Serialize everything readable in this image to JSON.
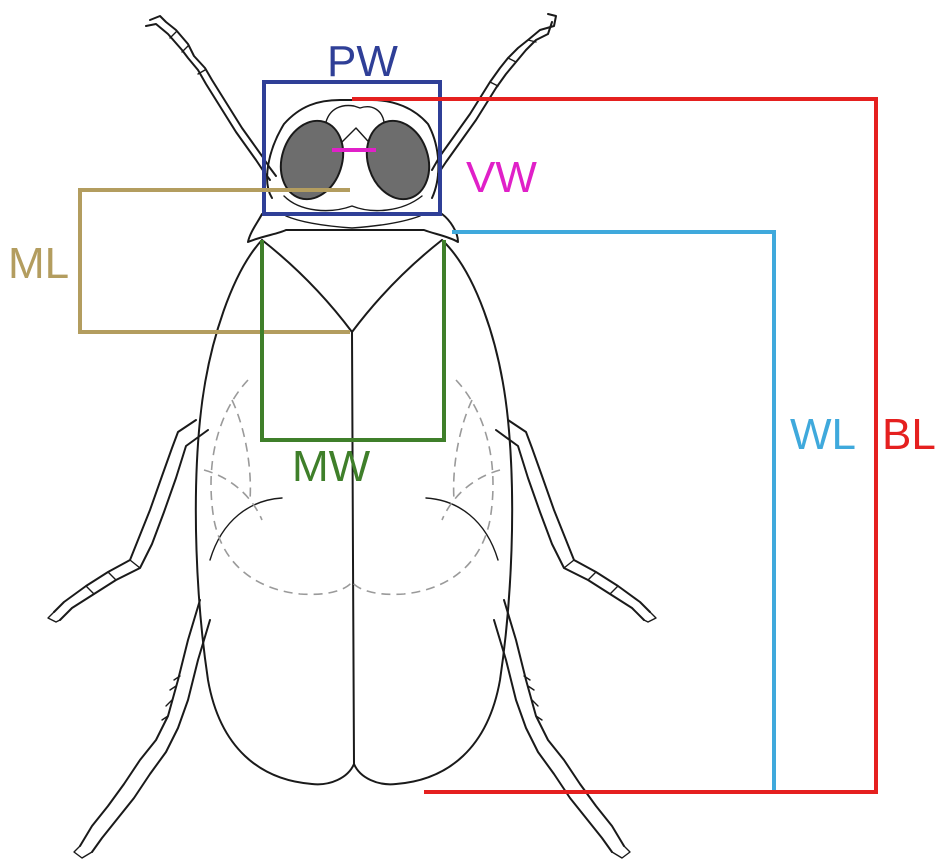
{
  "labels": {
    "pw": "PW",
    "vw": "VW",
    "ml": "ML",
    "mw": "MW",
    "wl": "WL",
    "bl": "BL"
  },
  "colors": {
    "pw": "#2f3f97",
    "vw": "#e020c8",
    "ml": "#b39d5f",
    "mw": "#3f7f2a",
    "wl": "#3fa9dc",
    "bl": "#e5201f",
    "ink": "#1a1a1a"
  }
}
